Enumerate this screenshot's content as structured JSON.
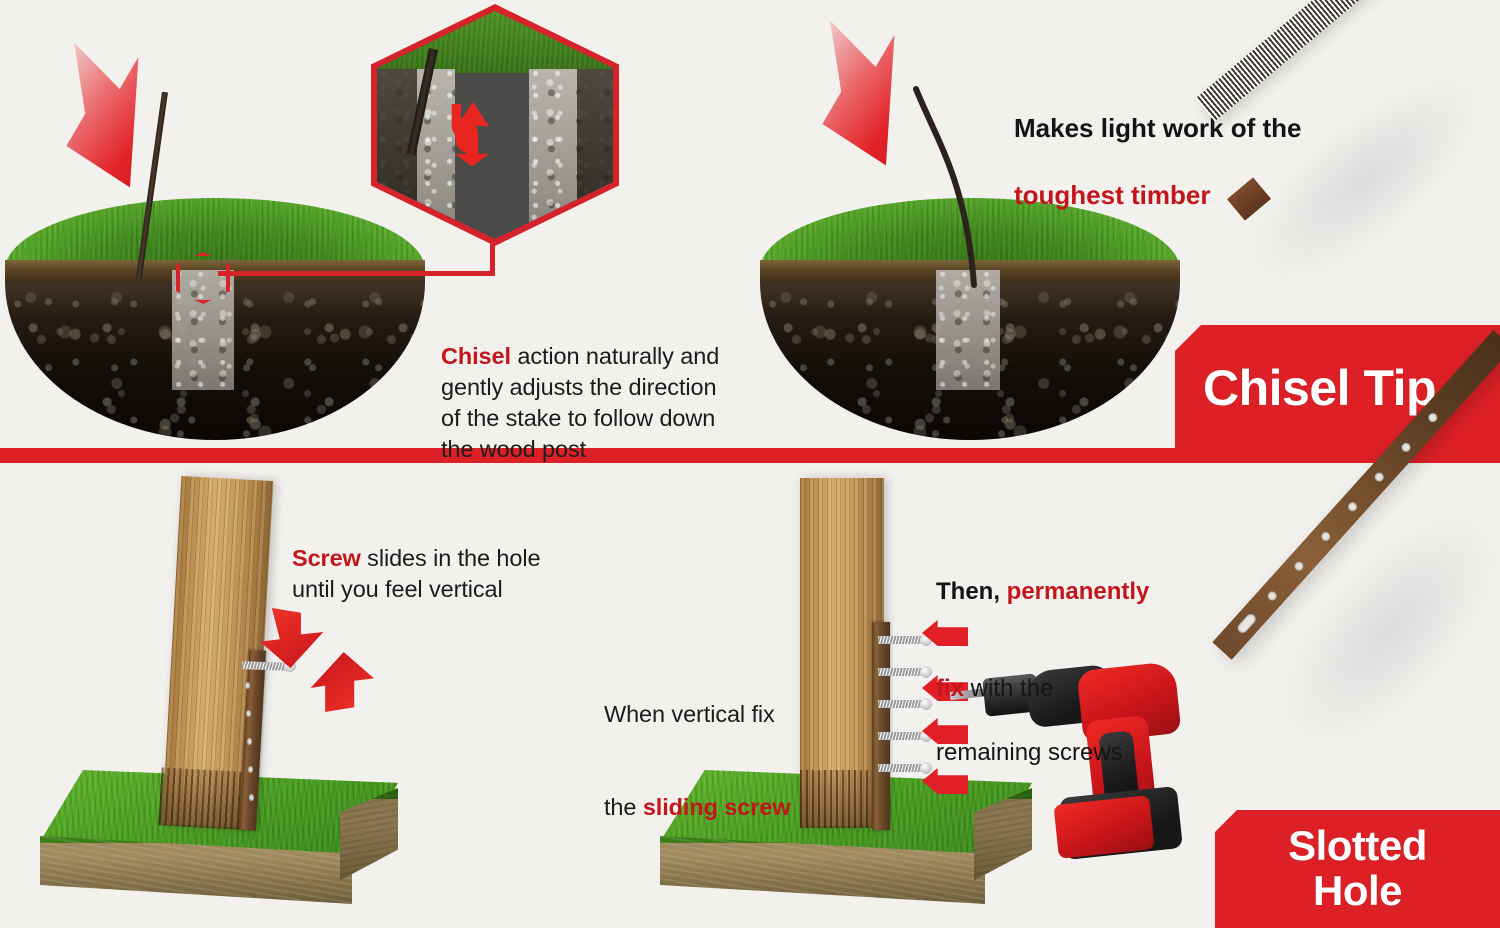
{
  "meta": {
    "background_color": "#f2f1ee",
    "accent_red": "#dc2026",
    "text_red": "#c3161c",
    "text_dark": "#1c1c1c"
  },
  "panels": {
    "top_left": {
      "caption_lead": "Chisel",
      "caption_rest": " action naturally and\ngently adjusts the direction\nof the stake to follow down\nthe wood post",
      "icons": {
        "drive_arrow": "down-arrow",
        "zoom_callout": "hexagon-magnifier",
        "inset_arrow": "curved-down-arrow"
      }
    },
    "top_right": {
      "caption_line1": "Makes light work of the",
      "caption_line2": "toughest timber",
      "icons": {
        "drive_arrow": "down-arrow"
      }
    },
    "bottom_left": {
      "caption_lead": "Screw",
      "caption_rest": " slides in the hole\nuntil you feel vertical",
      "icons": {
        "slide_arrows": "up-down-arrows"
      }
    },
    "bottom_right": {
      "caption_a_line1_pre": "Then, ",
      "caption_a_line1_red": "permanently",
      "caption_a_line2_red": "fix",
      "caption_a_line2_rest": " with the",
      "caption_a_line3": "remaining screws",
      "caption_b_line1": "When vertical fix",
      "caption_b_line2_pre": "the ",
      "caption_b_line2_red": "sliding screw",
      "icons": {
        "drill": "cordless-drill",
        "screw_arrows": "left-arrow"
      }
    }
  },
  "badges": {
    "chisel_tip": "Chisel Tip",
    "slotted_hole": "Slotted\nHole"
  },
  "products": {
    "chisel_stake_label": "chisel-tip-stake",
    "slotted_stake_label": "slotted-hole-stake"
  }
}
